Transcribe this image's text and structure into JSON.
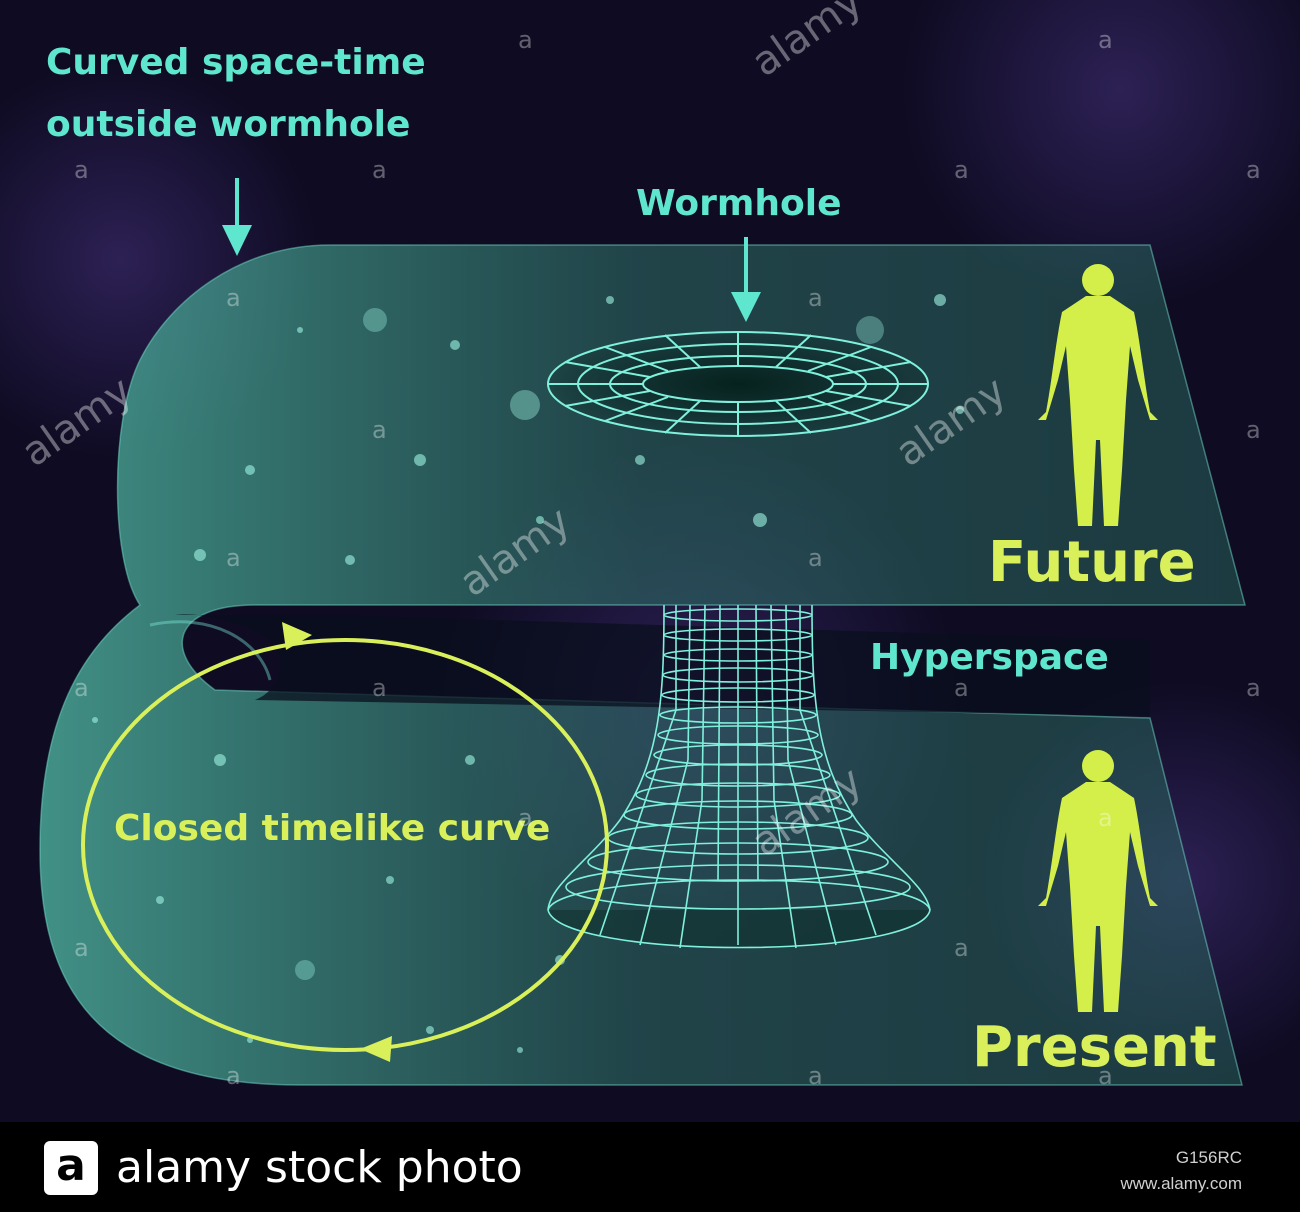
{
  "labels": {
    "curved_spacetime_line1": "Curved space-time",
    "curved_spacetime_line2": "outside wormhole",
    "wormhole": "Wormhole",
    "future": "Future",
    "hyperspace": "Hyperspace",
    "closed_timelike_curve": "Closed timelike curve",
    "present": "Present"
  },
  "watermark": {
    "letter": "a",
    "word": "alamy"
  },
  "footer": {
    "logo_letter": "a",
    "brand_text": "alamy stock photo",
    "image_code": "G156RC",
    "website": "www.alamy.com"
  },
  "colors": {
    "background": "#0c0a1c",
    "sheet": "#3f8a7c",
    "cyan_label": "#5fe6cf",
    "yellow_label": "#d9f05a",
    "grid": "#7ff0dc"
  }
}
